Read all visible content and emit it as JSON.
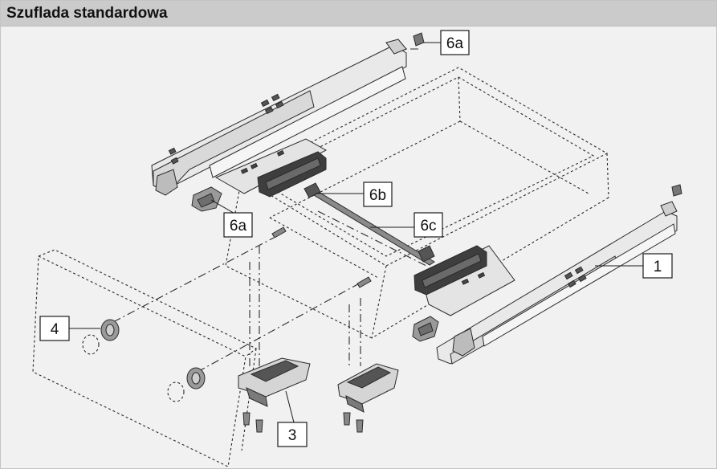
{
  "header": {
    "title": "Szuflada standardowa"
  },
  "labels": {
    "rail_right": "1",
    "bracket_bottom": "3",
    "front_fitting": "4",
    "clip_top": "6a",
    "clip_left": "6a",
    "sync_end": "6b",
    "sync_rod": "6c"
  },
  "colors": {
    "title_bar": "#cbcbcb",
    "background": "#f1f1f1",
    "line": "#2a2a2a"
  }
}
